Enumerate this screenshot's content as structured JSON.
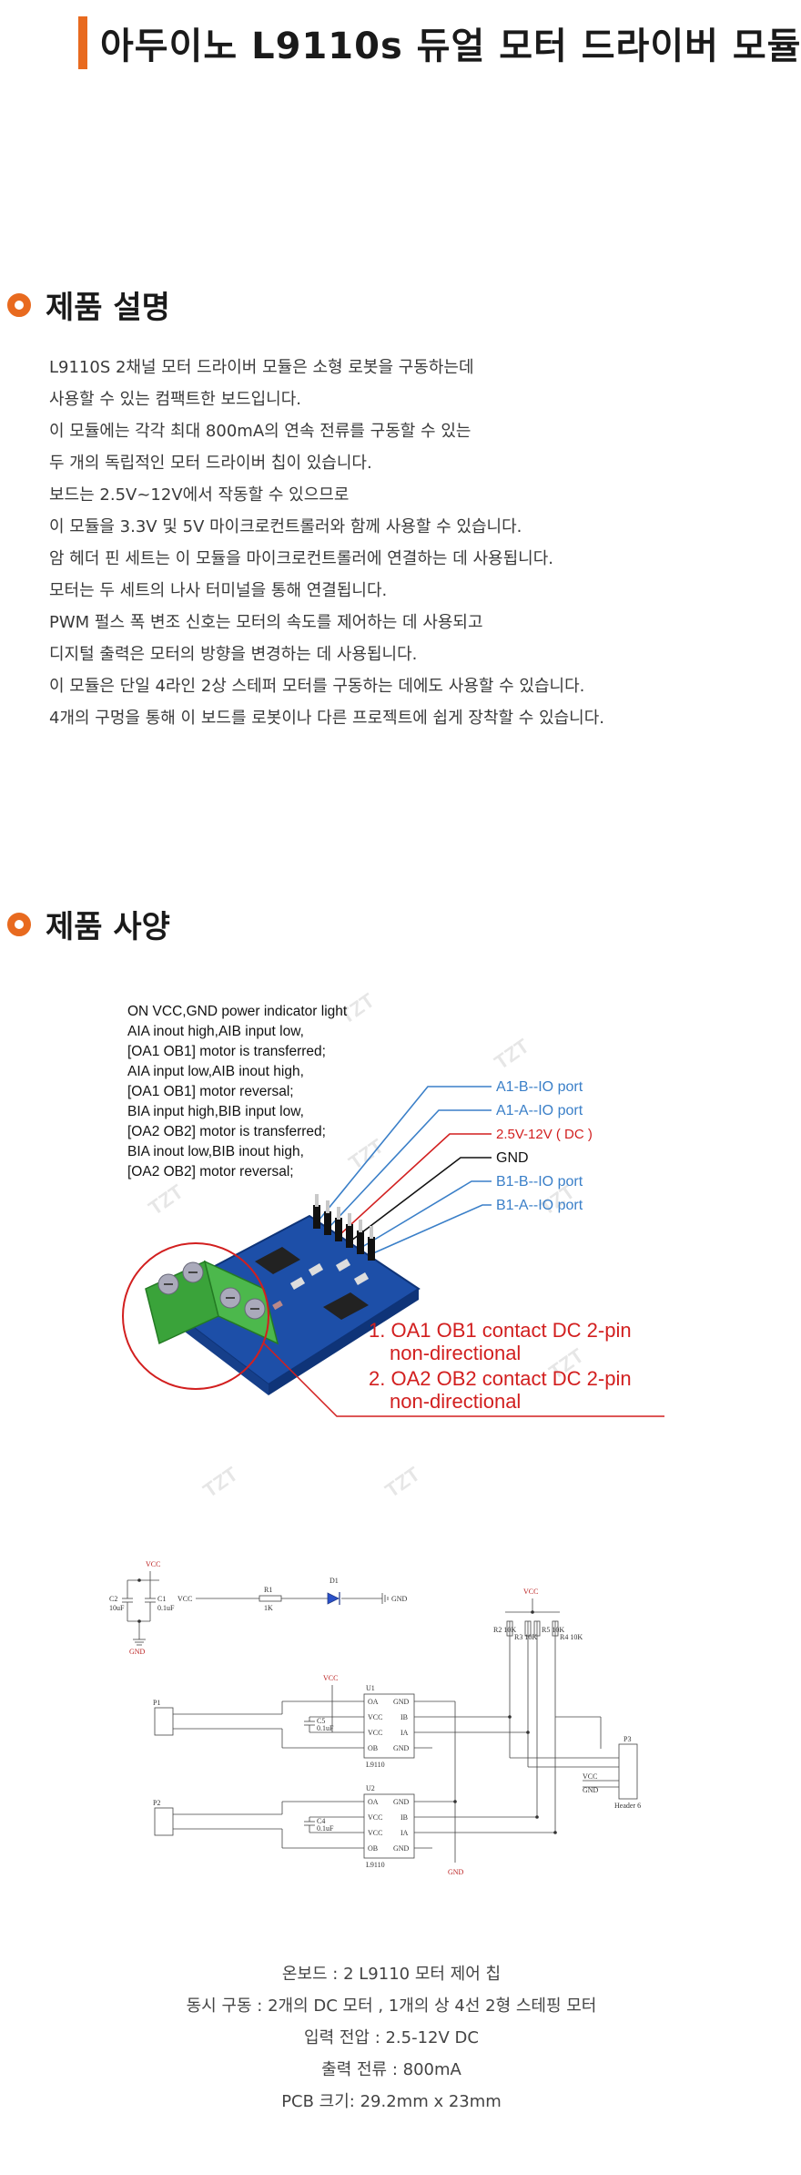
{
  "header": {
    "title": "아두이노 L9110s 듀얼 모터 드라이버 모듈"
  },
  "sections": {
    "description_title": "제품 설명",
    "spec_title": "제품 사양"
  },
  "description": [
    "L9110S 2채널 모터 드라이버 모듈은 소형 로봇을 구동하는데",
    "사용할 수 있는 컴팩트한 보드입니다.",
    "이 모듈에는 각각 최대 800mA의 연속 전류를 구동할 수 있는",
    "두 개의 독립적인 모터 드라이버 칩이 있습니다.",
    "보드는 2.5V~12V에서 작동할 수 있으므로",
    "이 모듈을 3.3V 및 5V 마이크로컨트롤러와 함께 사용할 수 있습니다.",
    "암 헤더 핀 세트는 이 모듈을 마이크로컨트롤러에 연결하는 데 사용됩니다.",
    "모터는 두 세트의 나사 터미널을 통해 연결됩니다.",
    "PWM 펄스 폭 변조 신호는 모터의 속도를 제어하는 데 사용되고",
    "디지털 출력은 모터의 방향을 변경하는 데 사용됩니다.",
    "이 모듈은 단일 4라인 2상 스테퍼 모터를 구동하는 데에도 사용할 수 있습니다.",
    "4개의 구멍을 통해 이 보드를 로봇이나 다른 프로젝트에 쉽게 장착할 수 있습니다."
  ],
  "product_image": {
    "notes": [
      "ON VCC,GND power indicator light",
      "AIA inout high,AIB input low,",
      "[OA1 OB1] motor is transferred;",
      "AIA input low,AIB inout high,",
      "[OA1 OB1] motor reversal;",
      "BIA input high,BIB input low,",
      "[OA2 OB2] motor is transferred;",
      "BIA inout low,BIB inout high,",
      "[OA2 OB2] motor reversal;"
    ],
    "pins": [
      {
        "label": "A1-B--IO port",
        "color": "#3a7fc8"
      },
      {
        "label": "A1-A--IO port",
        "color": "#3a7fc8"
      },
      {
        "label": "2.5V-12V ( DC )",
        "color": "#d21f1f"
      },
      {
        "label": "GND",
        "color": "#111111"
      },
      {
        "label": "B1-B--IO port",
        "color": "#3a7fc8"
      },
      {
        "label": "B1-A--IO port",
        "color": "#3a7fc8"
      }
    ],
    "contacts": [
      "1. OA1 OB1 contact DC 2-pin",
      "non-directional",
      "2. OA2 OB2 contact DC 2-pin",
      "non-directional"
    ],
    "watermark": "TZT"
  },
  "schematic": {
    "vcc": "VCC",
    "gnd": "GND",
    "c1": "C2",
    "c1_val": "10uF",
    "c2": "C1",
    "c2_val": "0.1uF",
    "r1": "R1",
    "r1_val": "1K",
    "d1": "D1",
    "u1": "U1",
    "u2": "U2",
    "chip": "L9110",
    "pin_oa": "OA",
    "pin_vcc": "VCC",
    "pin_ob": "OB",
    "pin_gnd": "GND",
    "pin_ib": "IB",
    "pin_ia": "IA",
    "c5": "C5",
    "c4": "C4",
    "c_val": "0.1uF",
    "p1": "P1",
    "p2": "P2",
    "p3": "P3",
    "header": "Header 6",
    "res": [
      "R2 10K",
      "R3 10K",
      "R5 10K",
      "R4 10K"
    ]
  },
  "specs": [
    "온보드 : 2 L9110 모터 제어 칩",
    "동시 구동 : 2개의 DC 모터 , 1개의 상 4선 2형 스테핑 모터",
    "입력 전압 : 2.5-12V DC",
    "출력 전류 : 800mA",
    "PCB 크기: 29.2mm x 23mm"
  ],
  "colors": {
    "accent": "#e86a1f",
    "pcb": "#1d4fa8",
    "terminal": "#3aa33a",
    "highlight": "#d21f1f"
  }
}
